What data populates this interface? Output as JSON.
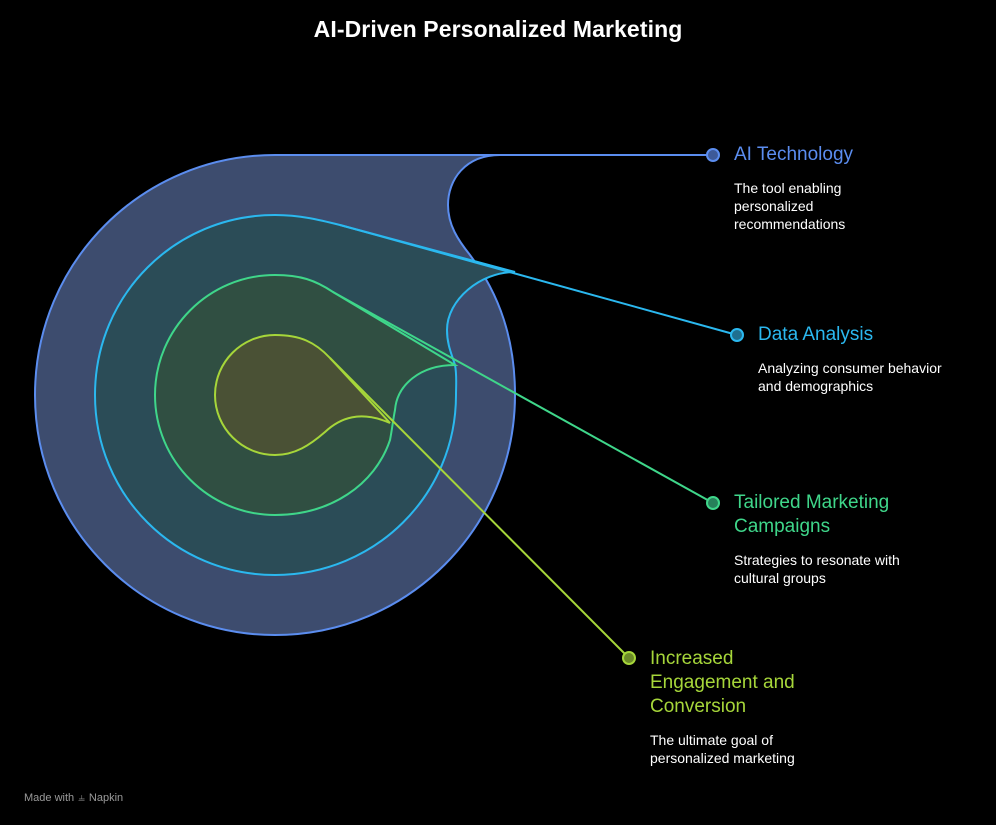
{
  "title": "AI-Driven Personalized Marketing",
  "colors": {
    "background": "#000000",
    "ai_technology": "#5b8def",
    "data_analysis": "#2bb8ef",
    "tailored_campaigns": "#3fd68a",
    "engagement": "#a6d63a"
  },
  "layers": [
    {
      "heading": "AI Technology",
      "description": "The tool enabling\npersonalized\nrecommendations"
    },
    {
      "heading": "Data Analysis",
      "description": "Analyzing consumer behavior\nand demographics"
    },
    {
      "heading": "Tailored Marketing\nCampaigns",
      "description": "Strategies to resonate with\ncultural groups"
    },
    {
      "heading": "Increased\nEngagement and\nConversion",
      "description": "The ultimate goal of\npersonalized marketing"
    }
  ],
  "footer": {
    "made_with": "Made with",
    "brand": "Napkin",
    "icon": "napkin-logo-icon"
  }
}
